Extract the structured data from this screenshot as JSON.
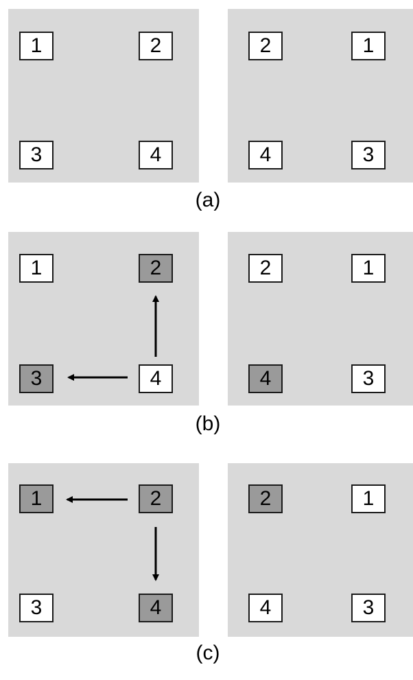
{
  "colors": {
    "panel_bg": "#d9d9d9",
    "cell_bg": "#ffffff",
    "cell_highlight": "#9a9a9a",
    "border": "#1a1a1a",
    "arrow": "#000000"
  },
  "rows": [
    {
      "caption": "(a)",
      "left": {
        "tl": "1",
        "tr": "2",
        "bl": "3",
        "br": "4"
      },
      "right": {
        "tl": "2",
        "tr": "1",
        "bl": "4",
        "br": "3"
      }
    },
    {
      "caption": "(b)",
      "left": {
        "tl": "1",
        "tr": "2",
        "bl": "3",
        "br": "4"
      },
      "right": {
        "tl": "2",
        "tr": "1",
        "bl": "4",
        "br": "3"
      }
    },
    {
      "caption": "(c)",
      "left": {
        "tl": "1",
        "tr": "2",
        "bl": "3",
        "br": "4"
      },
      "right": {
        "tl": "2",
        "tr": "1",
        "bl": "4",
        "br": "3"
      }
    }
  ]
}
